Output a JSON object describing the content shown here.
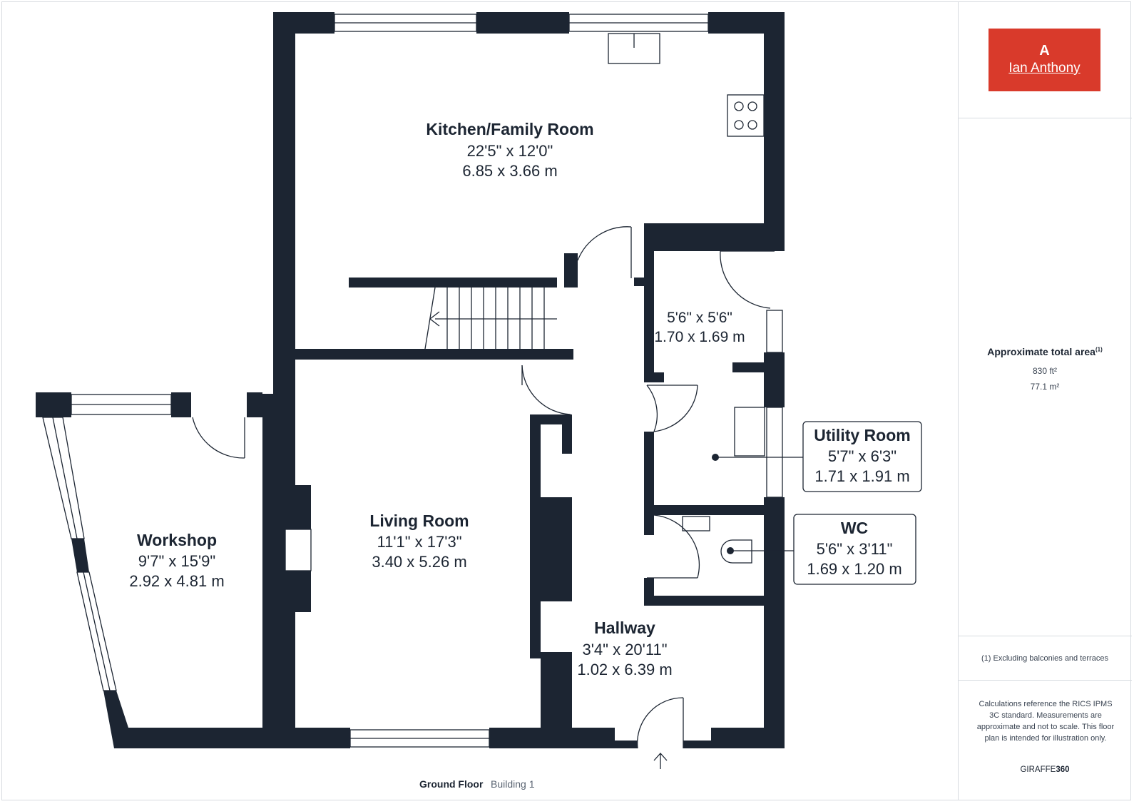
{
  "rooms": [
    {
      "name": "Kitchen/Family Room",
      "imperial": "22'5\" x 12'0\"",
      "metric": "6.85 x 3.66 m"
    },
    {
      "name": "",
      "imperial": "5'6\" x 5'6\"",
      "metric": "1.70 x 1.69 m"
    },
    {
      "name": "Utility Room",
      "imperial": "5'7\" x 6'3\"",
      "metric": "1.71 x 1.91 m"
    },
    {
      "name": "WC",
      "imperial": "5'6\" x 3'11\"",
      "metric": "1.69 x 1.20 m"
    },
    {
      "name": "Living Room",
      "imperial": "11'1\" x 17'3\"",
      "metric": "3.40 x 5.26 m"
    },
    {
      "name": "Workshop",
      "imperial": "9'7\" x 15'9\"",
      "metric": "2.92 x 4.81 m"
    },
    {
      "name": "Hallway",
      "imperial": "3'4\" x 20'11\"",
      "metric": "1.02 x 6.39 m"
    }
  ],
  "floor": {
    "label": "Ground Floor",
    "building": "Building 1"
  },
  "sidebar": {
    "logo_text": "Ian Anthony",
    "logo_mark": "A",
    "area_title": "Approximate total area",
    "area_note_marker": "(1)",
    "area_ft": "830 ft²",
    "area_m": "77.1 m²",
    "footnote": "(1) Excluding balconies and terraces",
    "disclaimer": "Calculations reference the RICS IPMS 3C standard. Measurements are approximate and not to scale. This floor plan is intended for illustration only.",
    "brand_prefix": "GIRAFFE",
    "brand_suffix": "360"
  },
  "colors": {
    "wall": "#1c2532",
    "accent": "#d93a2b",
    "text": "#1c2532"
  }
}
